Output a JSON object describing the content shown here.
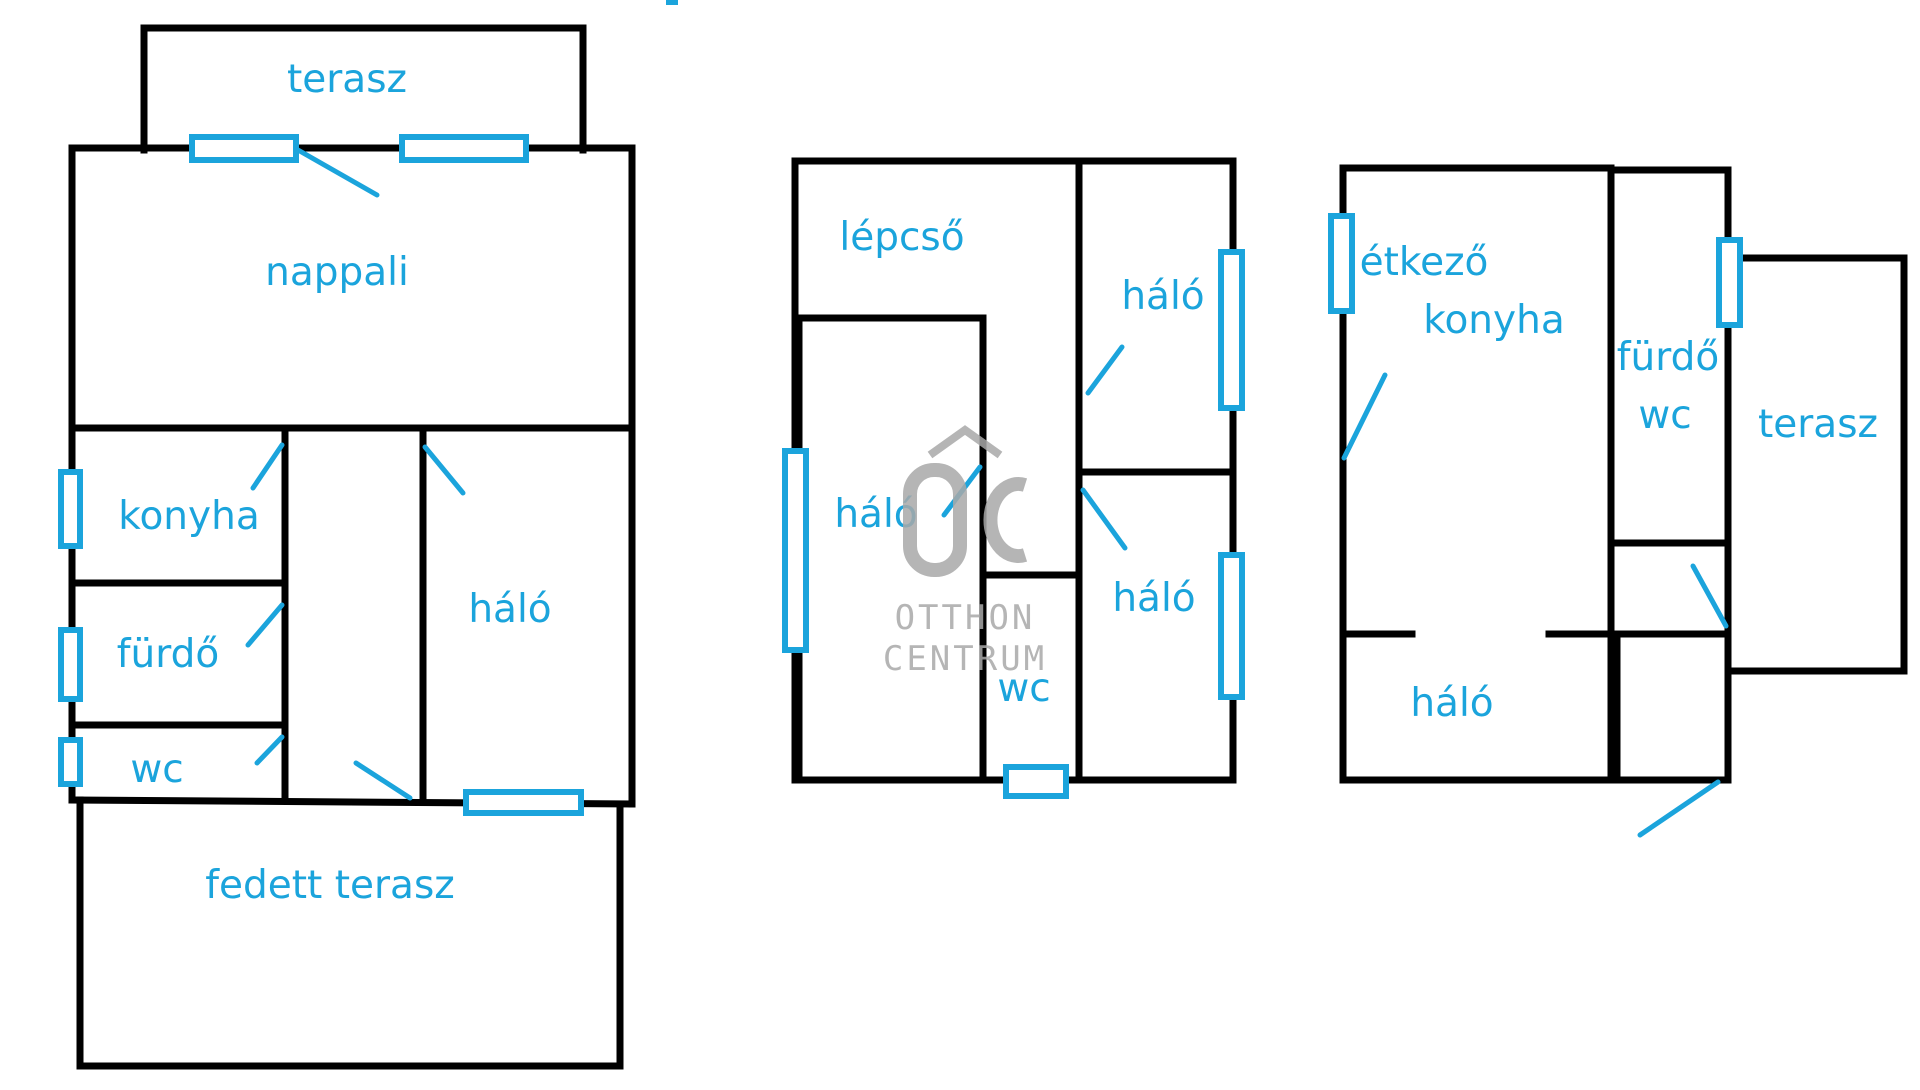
{
  "colors": {
    "accent": "#1ba4dc",
    "wall": "#000000",
    "watermark": "#a9a9a9"
  },
  "floor_ground": {
    "rooms": {
      "terrace_top": "terasz",
      "living": "nappali",
      "kitchen": "konyha",
      "bath": "fürdő",
      "wc": "wc",
      "bedroom": "háló",
      "covered_terrace": "fedett terasz"
    }
  },
  "floor_upper": {
    "rooms": {
      "stairs": "lépcső",
      "bedroom_left": "háló",
      "bedroom_right_top": "háló",
      "bedroom_right_bottom": "háló",
      "wc": "wc"
    }
  },
  "floor_third": {
    "rooms": {
      "dining": "étkező",
      "kitchen": "konyha",
      "bath": "fürdő",
      "wc": "wc",
      "terrace": "terasz",
      "bedroom": "háló"
    }
  },
  "watermark": {
    "icon": "otthon-centrum-logo",
    "logo_letters": "OC",
    "line1": "OTTHON",
    "line2": "CENTRUM"
  }
}
